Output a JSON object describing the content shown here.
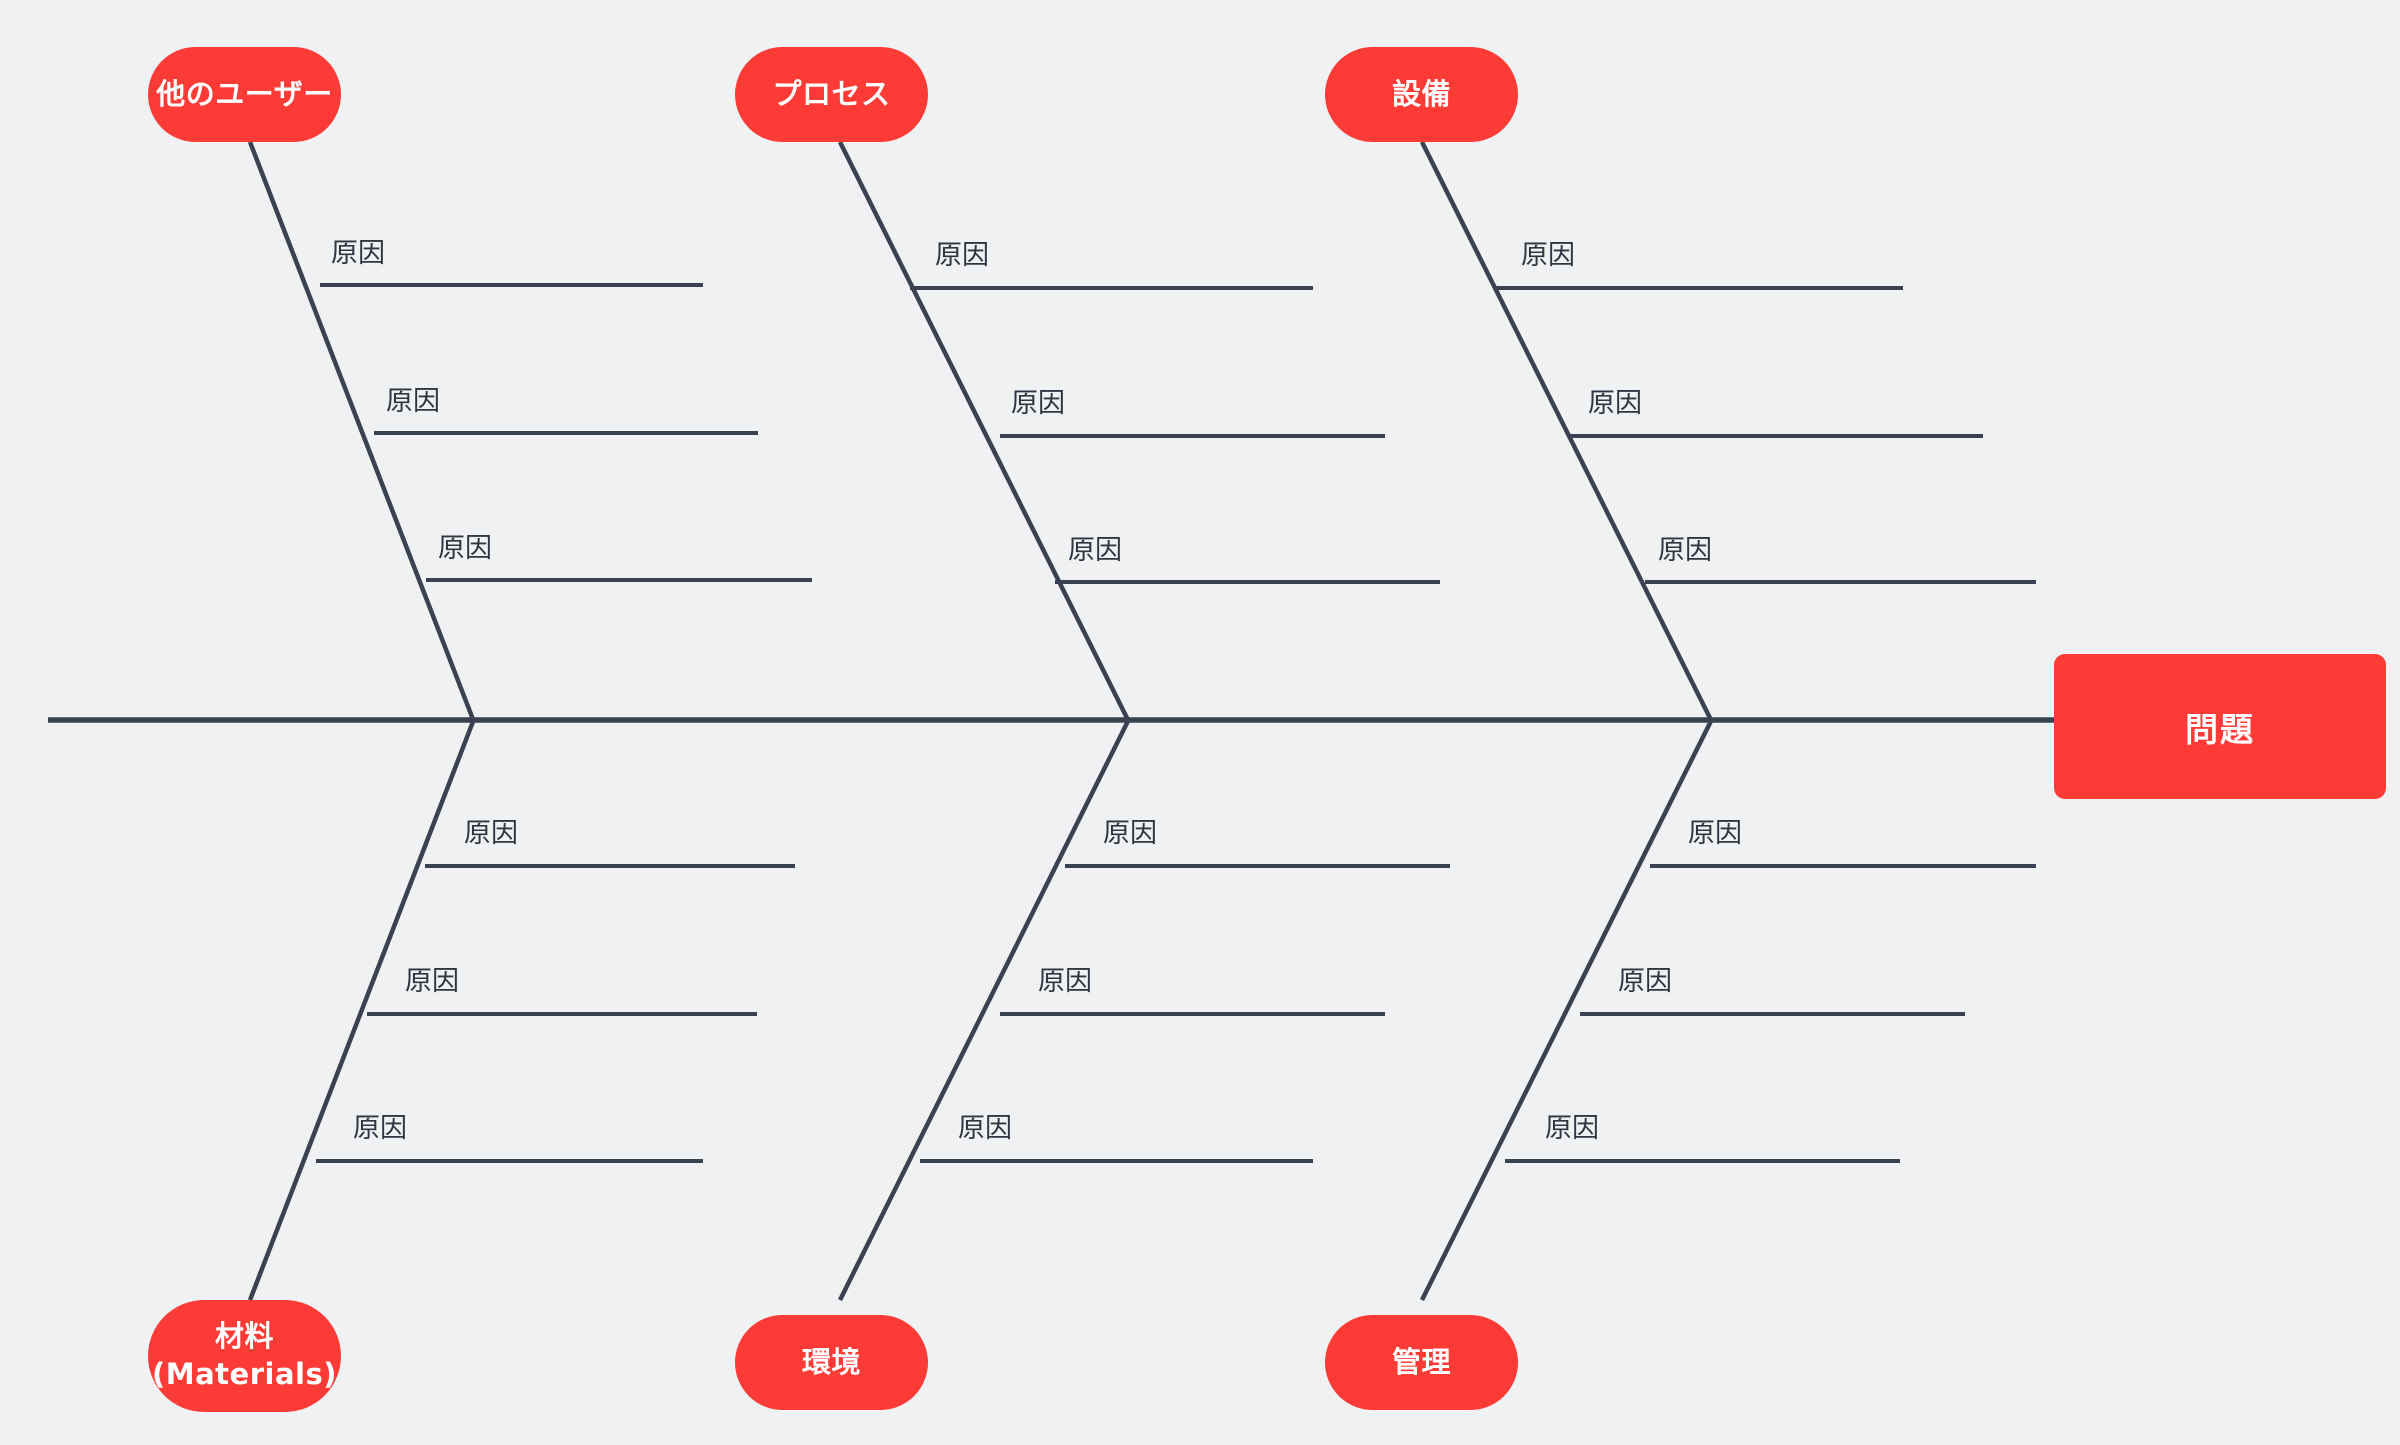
{
  "diagram": {
    "type": "fishbone-ishikawa",
    "title_box": {
      "label": "問題"
    },
    "colors": {
      "background": "#F0F1F3",
      "accent_red": "#FC3A36",
      "line_dark": "#3A4150",
      "label_text": "#2F3641",
      "pill_text": "#FFFFFF"
    },
    "cause_label_default": "原因",
    "groups": [
      {
        "id": "other-users",
        "label_lines": [
          "他のユーザー"
        ],
        "position": "top",
        "column": 1,
        "causes": [
          {
            "label": "原因"
          },
          {
            "label": "原因"
          },
          {
            "label": "原因"
          }
        ]
      },
      {
        "id": "process",
        "label_lines": [
          "プロセス"
        ],
        "position": "top",
        "column": 2,
        "causes": [
          {
            "label": "原因"
          },
          {
            "label": "原因"
          },
          {
            "label": "原因"
          }
        ]
      },
      {
        "id": "equipment",
        "label_lines": [
          "設備"
        ],
        "position": "top",
        "column": 3,
        "causes": [
          {
            "label": "原因"
          },
          {
            "label": "原因"
          },
          {
            "label": "原因"
          }
        ]
      },
      {
        "id": "materials",
        "label_lines": [
          "材料",
          "(Materials)"
        ],
        "position": "bottom",
        "column": 1,
        "causes": [
          {
            "label": "原因"
          },
          {
            "label": "原因"
          },
          {
            "label": "原因"
          }
        ]
      },
      {
        "id": "environment",
        "label_lines": [
          "環境"
        ],
        "position": "bottom",
        "column": 2,
        "causes": [
          {
            "label": "原因"
          },
          {
            "label": "原因"
          },
          {
            "label": "原因"
          }
        ]
      },
      {
        "id": "management",
        "label_lines": [
          "管理",
          "",
          ""
        ],
        "position": "bottom",
        "column": 3,
        "causes": [
          {
            "label": "原因"
          },
          {
            "label": "原因"
          },
          {
            "label": "原因"
          }
        ]
      }
    ]
  },
  "pills": {
    "other_users": {
      "line1": "他のユーザー"
    },
    "process": {
      "line1": "プロセス"
    },
    "equipment": {
      "line1": "設備"
    },
    "materials": {
      "line1": "材料",
      "line2": "(Materials)"
    },
    "environment": {
      "line1": "環境"
    },
    "management": {
      "line1": "管理"
    }
  },
  "problem": {
    "label": "問題"
  },
  "causes": {
    "g1t": [
      "原因",
      "原因",
      "原因"
    ],
    "g2t": [
      "原因",
      "原因",
      "原因"
    ],
    "g3t": [
      "原因",
      "原因",
      "原因"
    ],
    "g1b": [
      "原因",
      "原因",
      "原因"
    ],
    "g2b": [
      "原因",
      "原因",
      "原因"
    ],
    "g3b": [
      "原因",
      "原因",
      "原因"
    ]
  }
}
